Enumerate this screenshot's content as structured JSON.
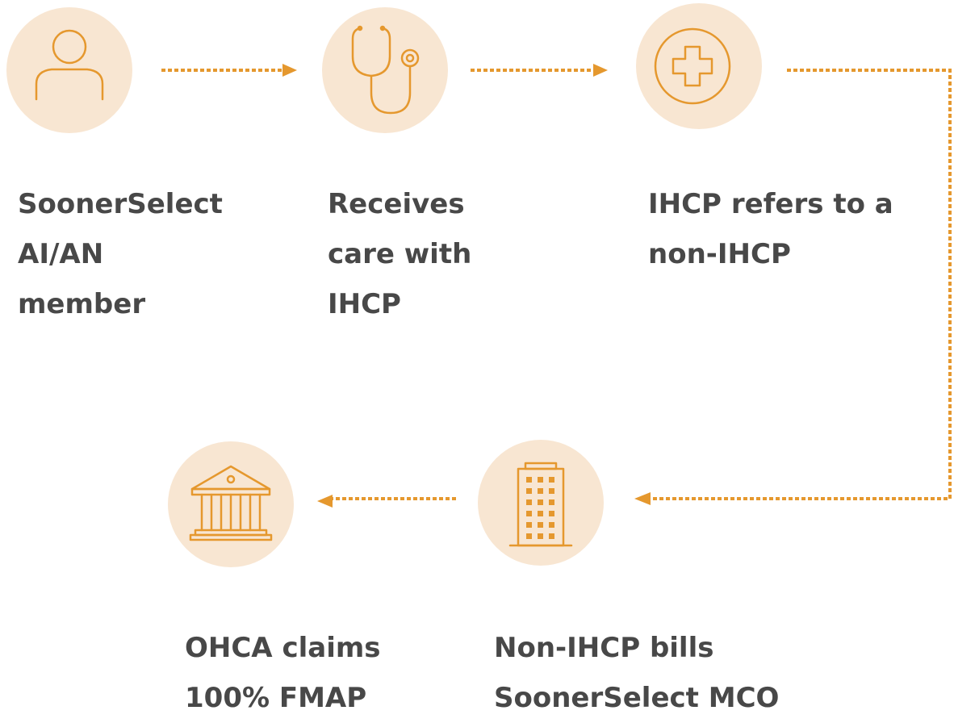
{
  "steps": [
    {
      "icon": "person-icon",
      "lines": [
        "SoonerSelect",
        "AI/AN",
        "member"
      ]
    },
    {
      "icon": "stethoscope-icon",
      "lines": [
        "Receives",
        "care with",
        "IHCP"
      ]
    },
    {
      "icon": "medical-cross-icon",
      "lines": [
        "IHCP refers to a",
        "non-IHCP"
      ]
    },
    {
      "icon": "office-building-icon",
      "lines": [
        "Non-IHCP bills",
        "SoonerSelect MCO"
      ]
    },
    {
      "icon": "government-building-icon",
      "lines": [
        "OHCA claims",
        "100% FMAP"
      ]
    }
  ],
  "colors": {
    "accent": "#e5982e",
    "circle": "#f8e6d2",
    "text": "#484848"
  }
}
